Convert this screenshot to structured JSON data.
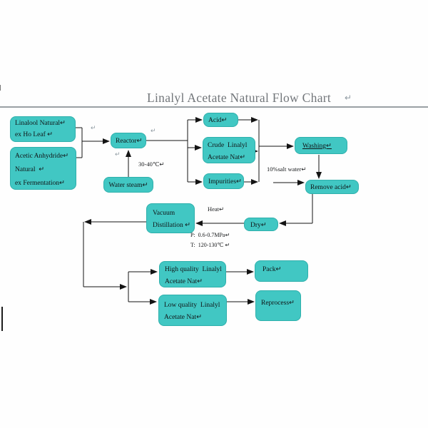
{
  "title": {
    "text": "Linalyl Acetate Natural Flow Chart",
    "mark": "↵"
  },
  "colors": {
    "box_fill": "#41c7c3",
    "box_border": "#2fb0ac",
    "wire": "#141414",
    "title_color": "#72767a",
    "rule_color": "#9aa0a4"
  },
  "nodes": {
    "linalool": {
      "lines": [
        "Linalool Natural↵",
        "ex Ho Leaf ↵"
      ]
    },
    "acetic": {
      "lines": [
        "Acetic Anhydride↵",
        "Natural  ↵",
        "ex Fermentation↵"
      ]
    },
    "reactor": {
      "lines": [
        "Reactor↵"
      ]
    },
    "water_steam": {
      "lines": [
        "Water steam↵"
      ]
    },
    "acid": {
      "lines": [
        "Acid↵"
      ]
    },
    "crude": {
      "lines": [
        "Crude  Linalyl",
        "Acetate Nat↵"
      ]
    },
    "impurities": {
      "lines": [
        "Impurities↵"
      ]
    },
    "washing": {
      "lines": [
        "Washing↵"
      ]
    },
    "remove_acid": {
      "lines": [
        "Remove acid↵"
      ]
    },
    "vacuum": {
      "lines": [
        "Vacuum",
        "Distillation ↵"
      ]
    },
    "dry": {
      "lines": [
        "Dry↵"
      ]
    },
    "high_quality": {
      "lines": [
        "High quality  Linalyl",
        "Acetate Nat↵"
      ]
    },
    "pack": {
      "lines": [
        "Pack↵"
      ]
    },
    "low_quality": {
      "lines": [
        "Low quality  Linalyl",
        "Acetate Nat↵"
      ]
    },
    "reprocess": {
      "lines": [
        "Reprocess↵"
      ]
    }
  },
  "annotations": {
    "temp_reactor": "30-40℃↵",
    "salt_water": "10%salt water↵",
    "heat": "Heat↵",
    "pressure": "P:  0.6-0.7MPa↵",
    "temp_distill": "T:  120-130℃ ↵"
  },
  "marks": {
    "pilcrow": "↵"
  }
}
